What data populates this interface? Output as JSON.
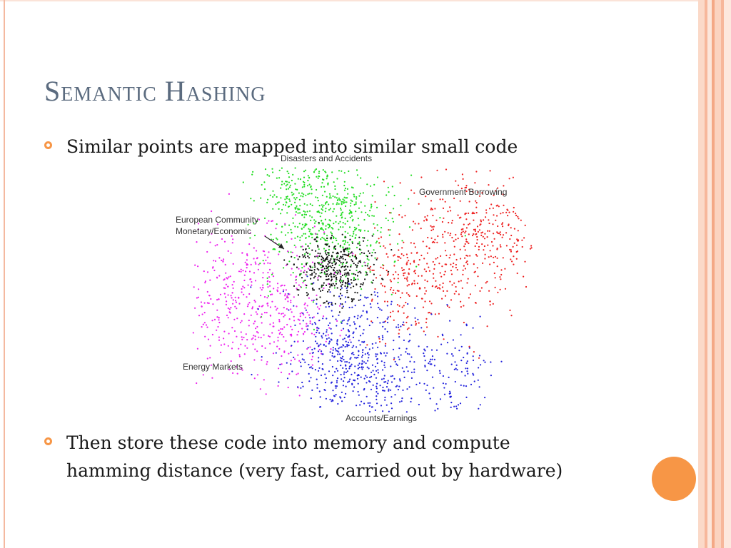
{
  "slide": {
    "title": "Semantic Hashing",
    "bullets": [
      "Similar points are mapped into similar small code",
      "Then store these code into memory and compute hamming distance (very fast, carried out by hardware)"
    ],
    "bullet_lines": [
      [
        "Similar points are mapped into similar small code"
      ],
      [
        "Then store these code into memory and compute",
        "hamming distance (very fast, carried out by hardware)"
      ]
    ]
  },
  "figure": {
    "labels": {
      "disasters": "Disasters and Accidents",
      "government": "Government Borrowing",
      "european_1": "European Community",
      "european_2": "Monetary/Economic",
      "energy": "Energy Markets",
      "accounts": "Accounts/Earnings"
    },
    "clusters": [
      {
        "name": "Disasters and Accidents",
        "color": "#22dd22"
      },
      {
        "name": "Government Borrowing",
        "color": "#ee2222"
      },
      {
        "name": "European Community Monetary/Economic",
        "color": "#111111"
      },
      {
        "name": "Energy Markets",
        "color": "#ee22ee"
      },
      {
        "name": "Accounts/Earnings",
        "color": "#2222dd"
      }
    ]
  },
  "theme": {
    "accent": "#f79646",
    "title_color": "#5b6b7f"
  }
}
